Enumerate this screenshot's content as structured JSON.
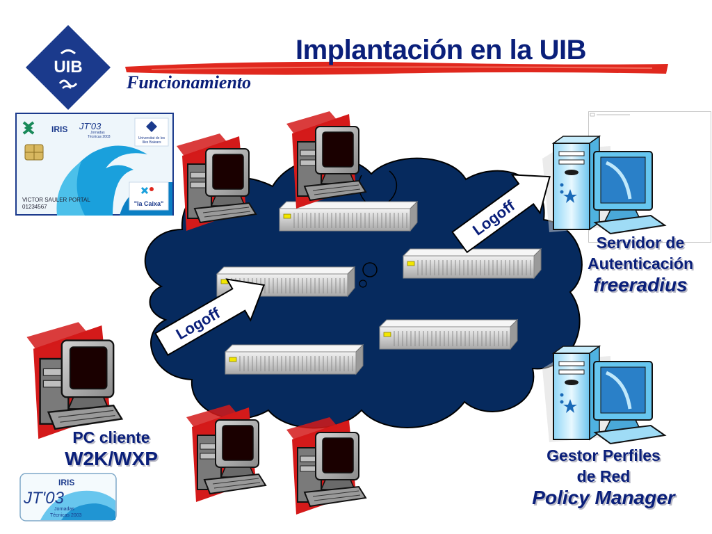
{
  "slide": {
    "title": "Implantación en la UIB",
    "subtitle": "Funcionamiento"
  },
  "logo": {
    "text": "UIB"
  },
  "card": {
    "rediris": "IRIS",
    "event": "JT'03",
    "event_sub1": "Jornadas",
    "event_sub2": "Técnicas 2003",
    "university_line1": "Universitat de les",
    "university_line2": "Illes Balears",
    "holder": "VICTOR SAULER PORTAL",
    "number": "01234567",
    "bank": "\"la Caixa\""
  },
  "arrows": {
    "arrow1": "Logoff",
    "arrow2": "Logoff"
  },
  "client": {
    "line1": "PC cliente",
    "line2": "W2K/WXP"
  },
  "auth_server": {
    "line1": "Servidor de",
    "line2": "Autenticación",
    "line3": "freeradius"
  },
  "policy_server": {
    "line1": "Gestor Perfiles",
    "line2": "de Red",
    "line3": "Policy Manager"
  },
  "footer_logo": {
    "rediris": "IRIS",
    "event": "JT'03",
    "sub1": "Jornadas",
    "sub2": "Técnicas 2003"
  },
  "colors": {
    "title": "#0a1f7a",
    "cloud": "#062a5e",
    "brush": "#e0281e",
    "logo": "#1b3a8c"
  }
}
